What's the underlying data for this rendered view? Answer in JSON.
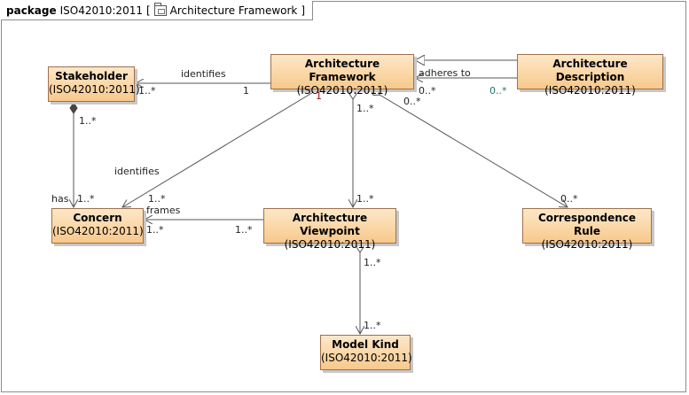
{
  "frame": {
    "keyword": "package",
    "name": "ISO42010:2011",
    "bracket_open": "[",
    "diagram_name": "Architecture Framework",
    "bracket_close": "]",
    "icon": "package-diagram-icon"
  },
  "classes": {
    "stakeholder": {
      "name": "Stakeholder",
      "stereo": "(ISO42010:2011)"
    },
    "framework": {
      "name": "Architecture Framework",
      "stereo": "(ISO42010:2011)"
    },
    "description": {
      "name": "Architecture Description",
      "stereo": "(ISO42010:2011)"
    },
    "concern": {
      "name": "Concern",
      "stereo": "(ISO42010:2011)"
    },
    "viewpoint": {
      "name": "Architecture Viewpoint",
      "stereo": "(ISO42010:2011)"
    },
    "correspondence": {
      "name": "Correspondence Rule",
      "stereo": "(ISO42010:2011)"
    },
    "modelkind": {
      "name": "Model Kind",
      "stereo": "(ISO42010:2011)"
    }
  },
  "labels": {
    "identifies_stakeholder": "identifies",
    "mult_stakeholder_1n": "1..*",
    "mult_framework_1": "1",
    "adheres_to": "adheres to",
    "mult_adheres_fw": "0..*",
    "mult_adheres_ad": "0..*",
    "mult_fw_red_1": "1",
    "mult_fw_vp_src": "1..*",
    "mult_fw_cr_src": "0..*",
    "mult_stakeholder_has_top": "1..*",
    "has": "has",
    "mult_concern_has": "1..*",
    "identifies_concern": "identifies",
    "mult_concern_identifies": "1..*",
    "frames": "frames",
    "mult_concern_frames": "1..*",
    "mult_vp_frames": "1..*",
    "mult_vp_top": "1..*",
    "mult_cr_top": "0..*",
    "mult_vp_mk_src": "1..*",
    "mult_mk_top": "1..*"
  }
}
